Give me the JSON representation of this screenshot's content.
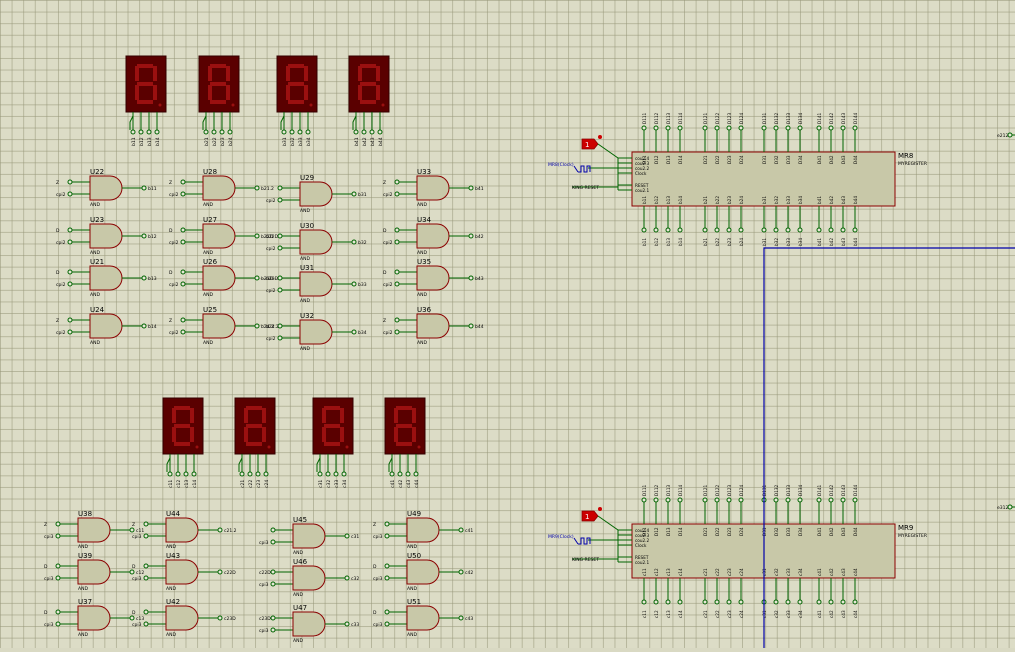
{
  "colors": {
    "gate_fill": "#c8c8a8",
    "gate_stroke": "#8b0000",
    "wire": "#006400",
    "bus": "#0000aa",
    "display_bg": "#5a0000",
    "display_seg": "#8b0000",
    "label": "#000000",
    "marker": "#cc0000"
  },
  "displays": {
    "top": [
      {
        "pins": [
          "b11",
          "b12",
          "b13",
          "b14"
        ]
      },
      {
        "pins": [
          "b21",
          "b22",
          "b23",
          "b24"
        ]
      },
      {
        "pins": [
          "b31",
          "b32",
          "b33",
          "b34"
        ]
      },
      {
        "pins": [
          "b41",
          "b42",
          "b43",
          "b44"
        ]
      }
    ],
    "bottom": [
      {
        "pins": [
          "c11",
          "c12",
          "c13",
          "c14"
        ]
      },
      {
        "pins": [
          "c21",
          "c22",
          "c23",
          "c24"
        ]
      },
      {
        "pins": [
          "c31",
          "c32",
          "c33",
          "c34"
        ]
      },
      {
        "pins": [
          "c41",
          "c42",
          "c43",
          "c44"
        ]
      }
    ]
  },
  "gates_top": [
    {
      "ref": "U22",
      "type": "AND",
      "in1": "Z",
      "in2": "cpi2",
      "out": "b11"
    },
    {
      "ref": "U28",
      "type": "AND",
      "in1": "Z",
      "in2": "cpi2",
      "out": "b21.2"
    },
    {
      "ref": "U29",
      "type": "AND",
      "in1": "",
      "in2": "cpi2",
      "out": "b31"
    },
    {
      "ref": "U33",
      "type": "AND",
      "in1": "Z",
      "in2": "cpi2",
      "out": "b41"
    },
    {
      "ref": "U23",
      "type": "AND",
      "in1": "D",
      "in2": "cpi2",
      "out": "b12"
    },
    {
      "ref": "U27",
      "type": "AND",
      "in1": "D",
      "in2": "cpi2",
      "out": "b22D"
    },
    {
      "ref": "U30",
      "type": "AND",
      "in1": "b22D",
      "in2": "cpi2",
      "out": "b32"
    },
    {
      "ref": "U34",
      "type": "AND",
      "in1": "D",
      "in2": "cpi2",
      "out": "b42"
    },
    {
      "ref": "U21",
      "type": "AND",
      "in1": "D",
      "in2": "cpi2",
      "out": "b13"
    },
    {
      "ref": "U26",
      "type": "AND",
      "in1": "D",
      "in2": "cpi2",
      "out": "b23D"
    },
    {
      "ref": "U31",
      "type": "AND",
      "in1": "b23D",
      "in2": "cpi2",
      "out": "b33"
    },
    {
      "ref": "U35",
      "type": "AND",
      "in1": "D",
      "in2": "cpi2",
      "out": "b43"
    },
    {
      "ref": "U24",
      "type": "AND",
      "in1": "Z",
      "in2": "cpi2",
      "out": "b14"
    },
    {
      "ref": "U25",
      "type": "AND",
      "in1": "Z",
      "in2": "cpi2",
      "out": "b24.2"
    },
    {
      "ref": "U32",
      "type": "AND",
      "in1": "b24.2",
      "in2": "cpi2",
      "out": "b34"
    },
    {
      "ref": "U36",
      "type": "AND",
      "in1": "Z",
      "in2": "cpi2",
      "out": "b44"
    }
  ],
  "gates_bottom": [
    {
      "ref": "U38",
      "type": "AND",
      "in1": "Z",
      "in2": "cpi3",
      "out": "c11"
    },
    {
      "ref": "U44",
      "type": "AND",
      "in1": "Z",
      "in2": "cpi3",
      "out": "c21.2"
    },
    {
      "ref": "U45",
      "type": "AND",
      "in1": "",
      "in2": "cpi3",
      "out": "c31"
    },
    {
      "ref": "U49",
      "type": "AND",
      "in1": "Z",
      "in2": "cpi3",
      "out": "c41"
    },
    {
      "ref": "U39",
      "type": "AND",
      "in1": "D",
      "in2": "cpi3",
      "out": "c12"
    },
    {
      "ref": "U43",
      "type": "AND",
      "in1": "D",
      "in2": "cpi3",
      "out": "c22D"
    },
    {
      "ref": "U46",
      "type": "AND",
      "in1": "c22D",
      "in2": "cpi3",
      "out": "c32"
    },
    {
      "ref": "U50",
      "type": "AND",
      "in1": "D",
      "in2": "cpi3",
      "out": "c42"
    },
    {
      "ref": "U37",
      "type": "AND",
      "in1": "D",
      "in2": "cpi3",
      "out": "c13"
    },
    {
      "ref": "U42",
      "type": "AND",
      "in1": "D",
      "in2": "cpi3",
      "out": "c23D"
    },
    {
      "ref": "U47",
      "type": "AND",
      "in1": "c23D",
      "in2": "cpi3",
      "out": "c33"
    },
    {
      "ref": "U51",
      "type": "AND",
      "in1": "D",
      "in2": "cpi3",
      "out": "c43"
    }
  ],
  "registers": [
    {
      "ref": "MR8",
      "type": "MYREGISTER",
      "clock_label": "MR8(Clock)",
      "marker": "1",
      "reset_label": "KING RESET",
      "right_label": "e212",
      "left_pins": [
        "cou2.4",
        "cou2.3",
        "cou2.2",
        "Clock",
        "RESET",
        "cou2.1"
      ],
      "top_pins": [
        "D111",
        "D112",
        "D113",
        "D114",
        "D121",
        "D122",
        "D123",
        "D124",
        "D131",
        "D132",
        "D133",
        "D134",
        "D141",
        "D142",
        "D143",
        "D144"
      ],
      "top_inner": [
        "D11",
        "D12",
        "D13",
        "D14",
        "D21",
        "D22",
        "D23",
        "D24",
        "D31",
        "D32",
        "D33",
        "D34",
        "D41",
        "D42",
        "D43",
        "D44"
      ],
      "bottom_pins": [
        "b11",
        "b12",
        "b13",
        "b14",
        "b21",
        "b22",
        "b23",
        "b24",
        "b31",
        "b32",
        "b33",
        "b34",
        "b41",
        "b42",
        "b43",
        "b44"
      ],
      "bottom_inner": [
        "b11",
        "b12",
        "b13",
        "b14",
        "b21",
        "b22",
        "b23",
        "b24",
        "b31",
        "b32",
        "b33",
        "b34",
        "b41",
        "b42",
        "b43",
        "b44"
      ]
    },
    {
      "ref": "MR9",
      "type": "MYREGISTER",
      "clock_label": "MR9(Clock)",
      "marker": "1",
      "reset_label": "KING RESET",
      "right_label": "e312",
      "left_pins": [
        "cou2.4",
        "cou2.3",
        "cou2.2",
        "Clock",
        "RESET",
        "cou2.1"
      ],
      "top_pins": [
        "D111",
        "D112",
        "D113",
        "D114",
        "D121",
        "D122",
        "D123",
        "D124",
        "D131",
        "D132",
        "D133",
        "D134",
        "D141",
        "D142",
        "D143",
        "D144"
      ],
      "top_inner": [
        "D11",
        "D12",
        "D13",
        "D14",
        "D21",
        "D22",
        "D23",
        "D24",
        "D31",
        "D32",
        "D33",
        "D34",
        "D41",
        "D42",
        "D43",
        "D44"
      ],
      "bottom_pins": [
        "c11",
        "c12",
        "c13",
        "c14",
        "c21",
        "c22",
        "c23",
        "c24",
        "c31",
        "c32",
        "c33",
        "c34",
        "c41",
        "c42",
        "c43",
        "c44"
      ],
      "bottom_inner": [
        "c11",
        "c12",
        "c13",
        "c14",
        "c21",
        "c22",
        "c23",
        "c24",
        "c31",
        "c32",
        "c33",
        "c34",
        "c41",
        "c42",
        "c43",
        "c44"
      ]
    }
  ]
}
